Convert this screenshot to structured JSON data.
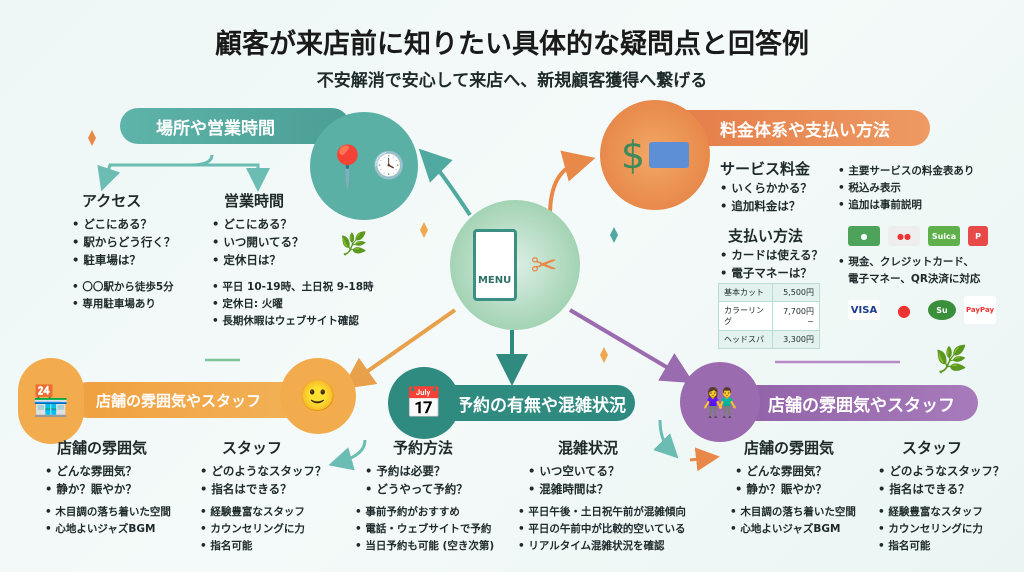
{
  "title": "顧客が来店前に知りたい具体的な疑問点と回答例",
  "subtitle": "不安解消で安心して来店へ、新規顧客獲得へ繋げる",
  "center": {
    "menu_label": "MENU"
  },
  "location": {
    "header": "場所や営業時間",
    "access": {
      "heading": "アクセス",
      "questions": [
        "どこにある？",
        "駅からどう行く？",
        "駐車場は？"
      ],
      "answers": [
        "〇〇駅から徒歩5分",
        "専用駐車場あり"
      ]
    },
    "hours": {
      "heading": "営業時間",
      "questions": [
        "どこにある？",
        "いつ開いてる？",
        "定休日は？"
      ],
      "answers": [
        "平日 10-19時、土日祝 9-18時",
        "定休日: 火曜",
        "長期休暇はウェブサイト確認"
      ]
    }
  },
  "pricing": {
    "header": "料金体系や支払い方法",
    "service": {
      "heading": "サービス料金",
      "questions": [
        "いくらかかる？",
        "追加料金は？"
      ],
      "answers": [
        "主要サービスの料金表あり",
        "税込み表示",
        "追加は事前説明"
      ]
    },
    "payment": {
      "heading": "支払い方法",
      "questions": [
        "カードは使える？",
        "電子マネーは？"
      ],
      "answers": [
        "現金、クレジットカード、",
        "電子マネー、QR決済に対応"
      ]
    },
    "price_table": [
      {
        "item": "基本カット",
        "price": "5,500円"
      },
      {
        "item": "カラーリング",
        "price": "7,700円~"
      },
      {
        "item": "ヘッドスパ",
        "price": "3,300円"
      }
    ],
    "payment_icons": {
      "suica": "Suica",
      "visa": "VISA",
      "mastercard": "mastercard",
      "paypay": "PayPay",
      "p": "P"
    }
  },
  "atmosphere_left": {
    "header": "店舗の雰囲気やスタッフ",
    "atmosphere": {
      "heading": "店舗の雰囲気",
      "questions": [
        "どんな雰囲気？",
        "静か？賑やか？"
      ],
      "answers": [
        "木目調の落ち着いた空間",
        "心地よいジャズBGM"
      ]
    },
    "staff": {
      "heading": "スタッフ",
      "questions": [
        "どのようなスタッフ？",
        "指名はできる？"
      ],
      "answers": [
        "経験豊富なスタッフ",
        "カウンセリングに力",
        "指名可能"
      ]
    }
  },
  "reservation": {
    "header": "予約の有無や混雑状況",
    "method": {
      "heading": "予約方法",
      "questions": [
        "予約は必要？",
        "どうやって予約？"
      ],
      "answers": [
        "事前予約がおすすめ",
        "電話・ウェブサイトで予約",
        "当日予約も可能 (空き次第)"
      ]
    },
    "congestion": {
      "heading": "混雑状況",
      "questions": [
        "いつ空いてる？",
        "混雑時間は？"
      ],
      "answers": [
        "平日午後・土日祝午前が混雑傾向",
        "平日の午前中が比較的空いている",
        "リアルタイム混雑状況を確認"
      ]
    }
  },
  "atmosphere_right": {
    "header": "店舗の雰囲気やスタッフ",
    "atmosphere": {
      "heading": "店舗の雰囲気",
      "questions": [
        "どんな雰囲気？",
        "静か？賑やか？"
      ],
      "answers": [
        "木目調の落ち着いた空間",
        "心地よいジャズBGM"
      ]
    },
    "staff": {
      "heading": "スタッフ",
      "questions": [
        "どのようなスタッフ？",
        "指名はできる？"
      ],
      "answers": [
        "経験豊富なスタッフ",
        "カウンセリングに力",
        "指名可能"
      ]
    }
  },
  "colors": {
    "teal": "#4fa9a0",
    "orange": "#e8894a",
    "purple": "#9b6bb0",
    "dark_teal": "#2f8a80"
  }
}
